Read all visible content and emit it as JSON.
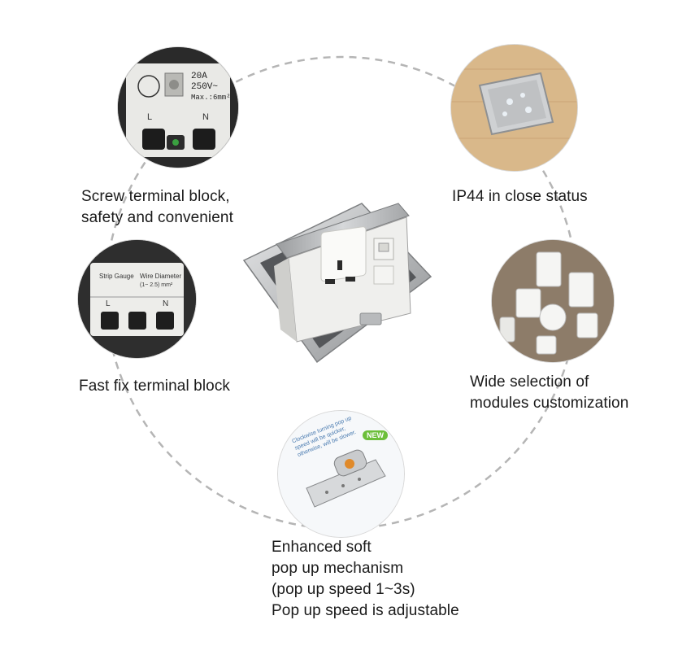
{
  "features": {
    "screw_terminal": {
      "line1": "Screw terminal block,",
      "line2": "safety and convenient",
      "rating_line1": "20A",
      "rating_line2": "250V~",
      "rating_line3": "Max.:6mm²",
      "terminal_L": "L",
      "terminal_N": "N"
    },
    "ip44": {
      "line1": "IP44 in close status"
    },
    "fast_fix": {
      "line1": "Fast fix terminal block",
      "strip_gauge": "Strip Gauge",
      "wire_diameter": "Wire Diameter",
      "wire_range": "(1~ 2.5) mm²",
      "terminal_L": "L",
      "terminal_N": "N"
    },
    "modules": {
      "line1": "Wide selection of",
      "line2": "modules customization"
    },
    "mechanism": {
      "line1": "Enhanced  soft",
      "line2": "pop up mechanism",
      "line3": "(pop up speed 1~3s)",
      "line4": "Pop up speed is adjustable",
      "badge": "NEW",
      "note_line1": "Clockwise turning pop up",
      "note_line2": "speed will be quicker,",
      "note_line3": "otherwise, will be slower."
    }
  },
  "colors": {
    "dashed_ring": "#b5b5b5",
    "text": "#1a1a1a",
    "steel": "#c9cbcd",
    "wood": "#d9b88a",
    "badge_green": "#6cbf3a"
  }
}
